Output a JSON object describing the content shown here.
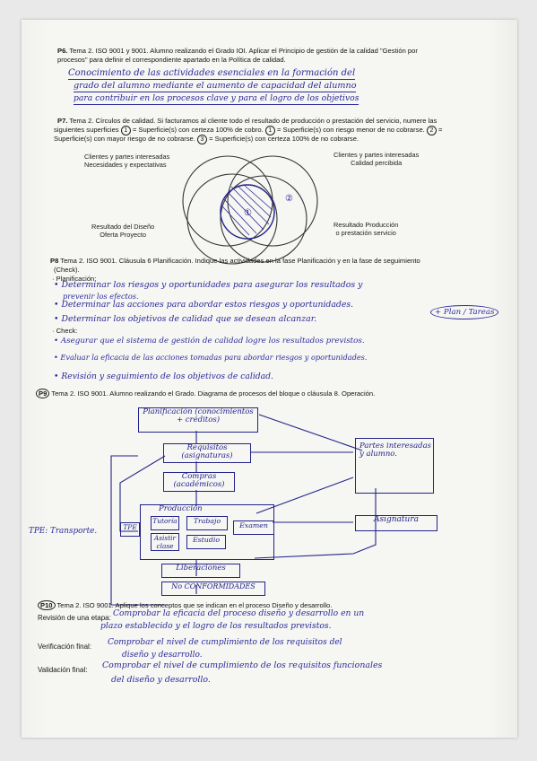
{
  "p6": {
    "number": "P6.",
    "statement_1": "Tema 2. ISO 9001 y 9001. Alumno realizando el Grado IOI. Aplicar el Principio de gestión de la calidad \"Gestión por",
    "statement_2": "procesos\" para definir el correspondiente apartado en la Política de calidad.",
    "answer_1": "Conocimiento de las actividades esenciales en la formación del",
    "answer_2": "grado del alumno mediante el aumento de capacidad del alumno",
    "answer_3": "para contribuir en los procesos clave y para el logro de los objetivos"
  },
  "p7": {
    "number": "P7.",
    "statement_1": "Tema 2. Círculos de calidad. Si facturamos al cliente todo el resultado de producción o prestación del servicio, numere las",
    "statement_2": "siguientes superficies",
    "s1": "1",
    "statement_3": "= Superficie(s) con certeza 100% de cobro.",
    "s2": "1",
    "statement_4": "= Superficie(s) con riesgo menor de no cobrarse.",
    "s3": "2",
    "statement_5": "=",
    "statement_6": "Superficie(s) con mayor riesgo de no cobrarse.",
    "s4": "3",
    "statement_7": "= Superficie(s) con certeza 100% de no cobrarse.",
    "label_tl_1": "Clientes y partes interesadas",
    "label_tl_2": "Necesidades y expectativas",
    "label_tr_1": "Clientes y partes interesadas",
    "label_tr_2": "Calidad percibida",
    "label_bl_1": "Resultado del Diseño",
    "label_bl_2": "Oferta Proyecto",
    "label_br_1": "Resultado Producción",
    "label_br_2": "o prestación servicio",
    "mark_center": "①",
    "mark_right": "②"
  },
  "p8": {
    "number": "P8",
    "statement": "Tema 2. ISO 9001. Cláusula 6 Planificación. Indique las actividades en la fase Planificación y en la fase de seguimiento",
    "check_word": "(Check).",
    "plan_label": "· Planificación:",
    "plan_1a": "• Determinar los riesgos y oportunidades para asegurar los resultados y",
    "plan_1b": "prevenir los efectos.",
    "plan_2": "• Determinar las acciones para abordar estos riesgos y oportunidades.",
    "plan_3": "• Determinar los objetivos de calidad que se desean alcanzar.",
    "side_note": "+ Plan / Tareas",
    "check_label": "· Check:",
    "check_1": "• Asegurar que el sistema de gestión de calidad logre los resultados previstos.",
    "check_2": "• Evaluar la eficacia de las acciones tomadas para abordar riesgos y oportunidades.",
    "check_3": "• Revisión y seguimiento de los objetivos de calidad."
  },
  "p9": {
    "number": "P9",
    "statement": "Tema 2. ISO 9001. Alumno realizando el Grado. Diagrama de procesos del bloque o cláusula 8. Operación.",
    "box_planificacion": "Planificación (conocimientos + créditos)",
    "box_requisitos": "Requisitos (asignaturas)",
    "box_compras": "Compras (académicos)",
    "box_partes": "Partes interesadas y alumno.",
    "box_produccion": "Producción",
    "box_tutoria": "Tutoría",
    "box_trabajo": "Trabajo",
    "box_asistir": "Asistir clase",
    "box_estudio": "Estudio",
    "box_tpe": "TPE",
    "box_examen": "Examen",
    "box_asignatura": "Asignatura",
    "box_liberaciones": "Liberaciones",
    "box_no_conformidades": "No CONFORMIDADES",
    "tpe_note": "TPE: Transporte."
  },
  "p10": {
    "number": "P10",
    "statement": "Tema 2. ISO 9001. Aplique los conceptos que se indican en el proceso Diseño y desarrollo.",
    "rev_label": "Revisión de una etapa:",
    "rev_ans_1": "Comprobar la eficacia del proceso diseño y desarrollo en un",
    "rev_ans_2": "plazo establecido y el logro de los resultados previstos.",
    "ver_label": "Verificación final:",
    "ver_ans_1": "Comprobar el nivel de cumplimiento de los requisitos del",
    "ver_ans_2": "diseño y desarrollo.",
    "val_label": "Validación final:",
    "val_ans_1": "Comprobar el nivel de cumplimiento de los requisitos funcionales",
    "val_ans_2": "del diseño y desarrollo."
  }
}
